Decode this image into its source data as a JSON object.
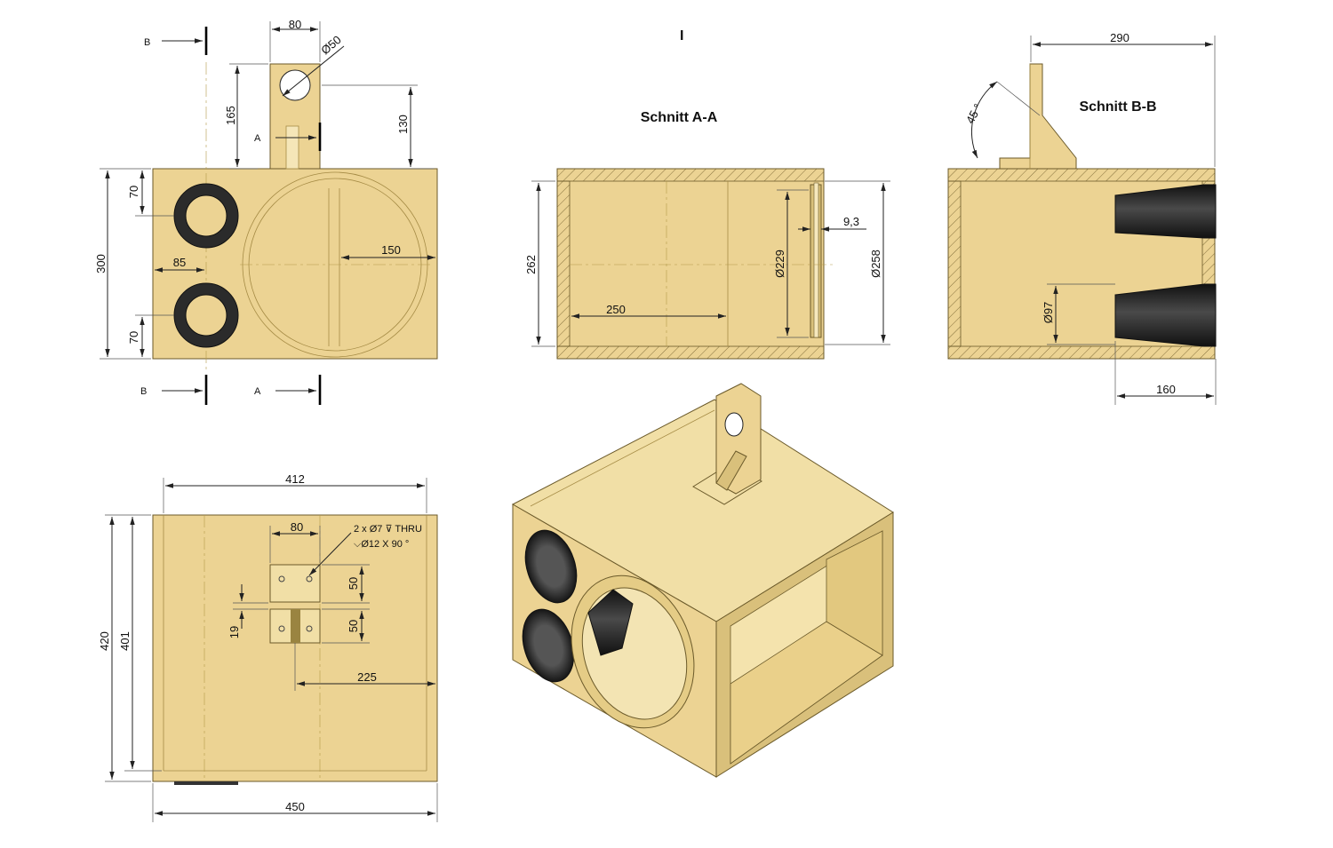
{
  "colors": {
    "wood": "#ecd393",
    "port": "#2b2b2b",
    "line": "#222222"
  },
  "front_view": {
    "tab_width": "80",
    "hole_diameter": "Ø50",
    "tab_offset": "165",
    "hole_height": "130",
    "port_top_offset": "70",
    "height": "300",
    "port_x": "85",
    "port_bottom_offset": "70",
    "baffle_radius": "150",
    "section_b_top": "B",
    "section_b_bottom": "B",
    "section_a_mid": "A",
    "section_a_bottom": "A"
  },
  "section_a": {
    "title": "Schnitt A-A",
    "inner_height": "262",
    "depth": "250",
    "cutout_diameter": "Ø229",
    "baffle_thickness": "9,3",
    "outer_diameter": "Ø258"
  },
  "section_b": {
    "title": "Schnitt B-B",
    "width": "290",
    "angle": "45 °",
    "port_diameter": "Ø97",
    "port_length": "160"
  },
  "top_view": {
    "width_top": "412",
    "bracket_width": "80",
    "hole_note_1": "2 x Ø7 ⊽ THRU",
    "hole_note_2": "⌵Ø12 X 90 °",
    "bracket_h1": "50",
    "bracket_h2": "50",
    "offset_19": "19",
    "depth_outer": "420",
    "depth_inner": "401",
    "center_offset": "225",
    "width_bottom": "450"
  },
  "tick_mark": "I"
}
